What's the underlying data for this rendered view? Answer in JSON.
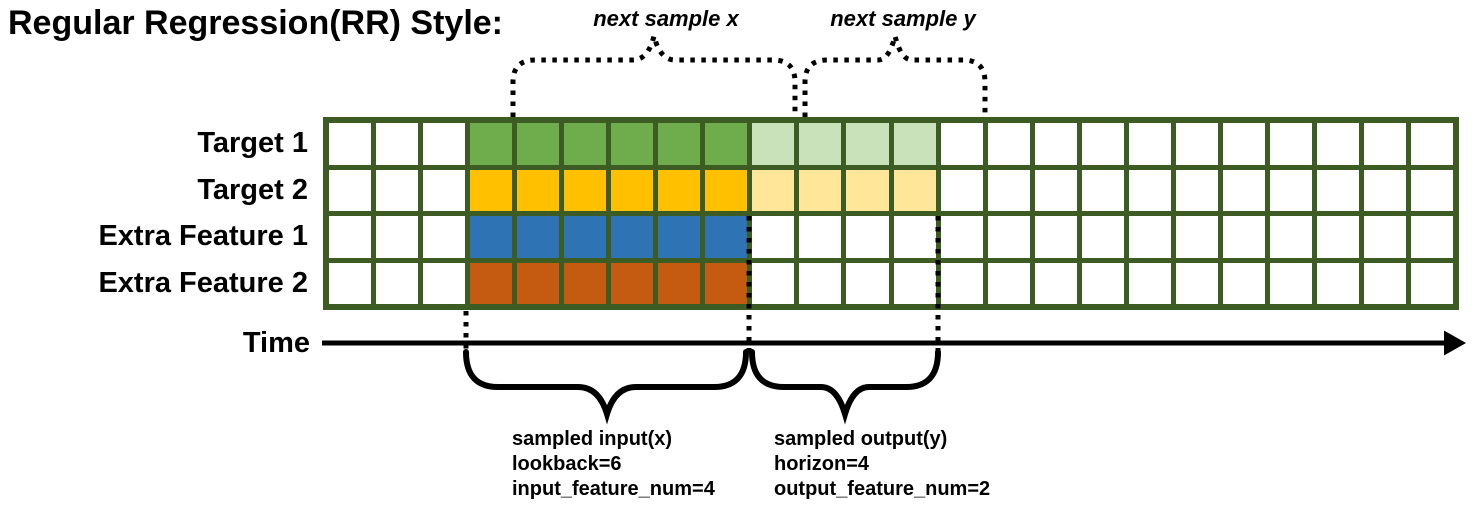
{
  "title": "Regular Regression(RR) Style:",
  "annotations_top": {
    "next_x": "next sample x",
    "next_y": "next sample y"
  },
  "rows": [
    {
      "label": "Target 1",
      "input_color": "#6FAC4B",
      "output_color": "#C9E2BA",
      "has_output": true
    },
    {
      "label": "Target 2",
      "input_color": "#FFC000",
      "output_color": "#FFE699",
      "has_output": true
    },
    {
      "label": "Extra Feature 1",
      "input_color": "#2E74B5",
      "output_color": "#FFFFFF",
      "has_output": false
    },
    {
      "label": "Extra Feature 2",
      "input_color": "#C55A11",
      "output_color": "#FFFFFF",
      "has_output": false
    }
  ],
  "grid": {
    "columns": 24,
    "blank_before": 3,
    "input_cols": 6,
    "output_cols": 4,
    "border_color": "#3D5C23",
    "cell_color": "#FFFFFF"
  },
  "time_label": "Time",
  "annotations_bottom": {
    "input": {
      "line1": "sampled input(x)",
      "line2": "lookback=6",
      "line3": "input_feature_num=4"
    },
    "output": {
      "line1": "sampled output(y)",
      "line2": "horizon=4",
      "line3": "output_feature_num=2"
    }
  },
  "colors": {
    "line": "#000000",
    "text": "#000000"
  }
}
